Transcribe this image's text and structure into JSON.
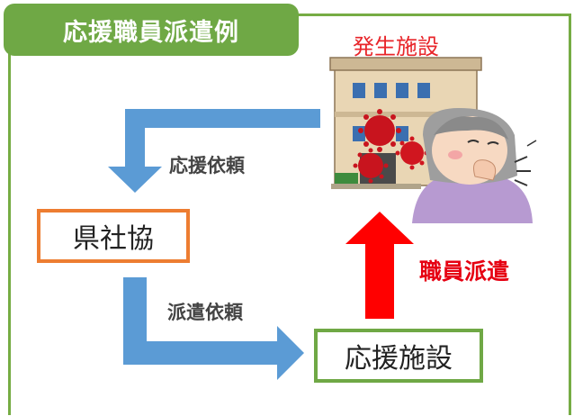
{
  "title": "応援職員派遣例",
  "nodes": {
    "facility": "発生施設",
    "prefecture_council": "県社協",
    "support_facility": "応援施設"
  },
  "edges": {
    "support_request": "応援依頼",
    "dispatch_request": "派遣依頼",
    "staff_dispatch": "職員派遣"
  },
  "colors": {
    "frame": "#76ac44",
    "title_bg": "#6fa845",
    "blue_arrow": "#5b9bd5",
    "red_arrow": "#ff0000",
    "pref_border": "#ed7d31",
    "support_border": "#6fa845",
    "facility_text": "#e8252a"
  },
  "icons": [
    "building-illustration",
    "virus-icon",
    "coughing-elderly-woman-illustration"
  ]
}
